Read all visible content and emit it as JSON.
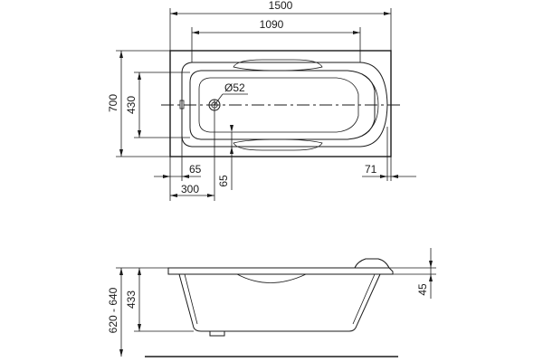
{
  "top_view": {
    "dims": {
      "length": "1500",
      "inner_length": "1090",
      "width": "700",
      "inner_width": "430",
      "drain": "Ø52",
      "left_offset": "65",
      "right_offset": "71",
      "drain_offset": "300",
      "drain_vertical": "65"
    }
  },
  "side_view": {
    "dims": {
      "height": "620 - 640",
      "depth": "433",
      "rim": "45"
    }
  },
  "colors": {
    "line": "#1a1a1a",
    "background": "#ffffff"
  }
}
